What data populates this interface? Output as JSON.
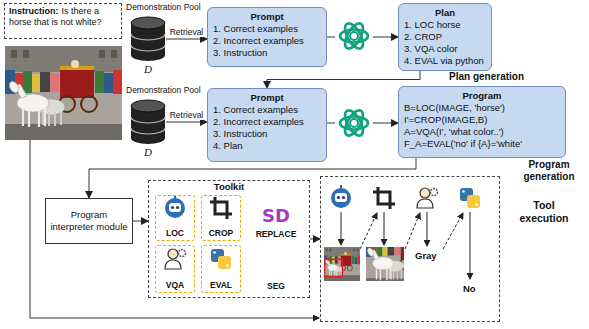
{
  "diagram": {
    "nodes": [
      {
        "text": [
          "Instruction:",
          "Is there a horse that is not white?"
        ]
      },
      {
        "text": [
          "Demonstration Pool",
          "D"
        ]
      },
      {
        "text": [
          "Prompt",
          "1. Correct examples",
          "2. Incorrect examples",
          "3. Instruction"
        ]
      },
      {
        "text": [
          "Plan",
          "1. LOC horse",
          "2. CROP",
          "3. VQA color",
          "4. EVAL via python",
          "Plan generation"
        ]
      },
      {
        "text": [
          "Demonstration Pool",
          "D"
        ]
      },
      {
        "text": [
          "Prompt",
          "1. Correct examples",
          "2. Incorrect examples",
          "3. Instruction",
          "4. Plan"
        ]
      },
      {
        "text": [
          "Program",
          "B=LOC(IMAGE, 'horse')",
          "I'=CROP(IMAGE,B)",
          "A=VQA(I', 'what color..')",
          "F_A=EVAL('no' if {A}='white'",
          "Program generation"
        ]
      },
      {
        "text": [
          "Program interpreter module"
        ]
      },
      {
        "text": [
          "Toolkit"
        ]
      },
      {
        "text": [
          "LOC"
        ],
        "in": 8
      },
      {
        "text": [
          "CROP"
        ],
        "in": 8
      },
      {
        "text": [
          "SD",
          "REPLACE"
        ],
        "in": 8
      },
      {
        "text": [
          "VQA"
        ],
        "in": 8
      },
      {
        "text": [
          "EVAL"
        ],
        "in": 8
      },
      {
        "text": [
          "SEG"
        ],
        "in": 8
      },
      {
        "text": [
          "Tool execution"
        ]
      }
    ],
    "edges": [
      {
        "from": 1,
        "to": 2,
        "label": "Retrieval",
        "arrow": "to"
      },
      {
        "from": 2,
        "to": 3,
        "arrow": "to"
      },
      {
        "from": 3,
        "to": 5,
        "arrow": "to"
      },
      {
        "from": 4,
        "to": 5,
        "label": "Retrieval",
        "arrow": "to"
      },
      {
        "from": 5,
        "to": 6,
        "arrow": "to"
      },
      {
        "from": 6,
        "to": 7,
        "arrow": "to"
      },
      {
        "from": 7,
        "to": 8,
        "arrow": "to"
      },
      {
        "from": 8,
        "to": 15,
        "arrow": "to"
      }
    ],
    "labels": [
      "Gray",
      "No"
    ]
  }
}
